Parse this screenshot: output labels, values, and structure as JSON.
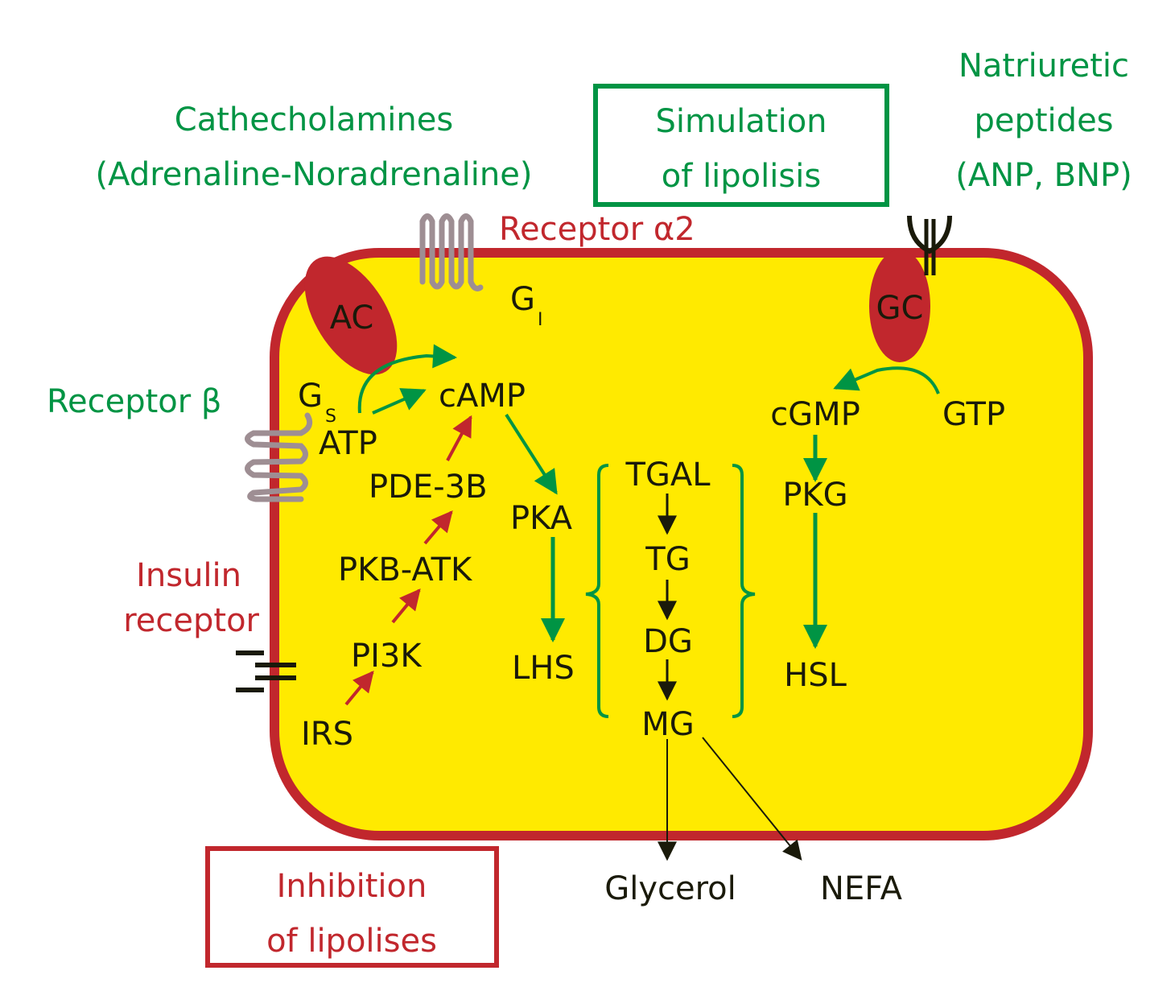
{
  "colors": {
    "green": "#009444",
    "red": "#c1272d",
    "yellow": "#ffea00",
    "black": "#1a1a0a",
    "receptor_gray": "#9e8e93"
  },
  "external": {
    "catecholamines_line1": "Cathecholamines",
    "catecholamines_line2": "(Adrenaline-Noradrenaline)",
    "stimulation_line1": "Simulation",
    "stimulation_line2": "of lipolisis",
    "natriuretic_line1": "Natriuretic",
    "natriuretic_line2": "peptides",
    "natriuretic_line3": "(ANP, BNP)",
    "receptor_alpha2": "Receptor α2",
    "receptor_beta": "Receptor β",
    "insulin_line1": "Insulin",
    "insulin_line2": "receptor",
    "inhibition_line1": "Inhibition",
    "inhibition_line2": "of lipolises",
    "glycerol": "Glycerol",
    "nefa": "NEFA"
  },
  "cell": {
    "ac": "AC",
    "gc": "GC",
    "gi": "G",
    "gi_sub": "I",
    "gs": "G",
    "gs_sub": "S",
    "atp": "ATP",
    "camp": "cAMP",
    "pde3b": "PDE-3B",
    "pkb_atk": "PKB-ATK",
    "pi3k": "PI3K",
    "irs": "IRS",
    "pka": "PKA",
    "lhs": "LHS",
    "tgal": "TGAL",
    "tg": "TG",
    "dg": "DG",
    "mg": "MG",
    "cgmp": "cGMP",
    "gtp": "GTP",
    "pkg": "PKG",
    "hsl": "HSL"
  }
}
